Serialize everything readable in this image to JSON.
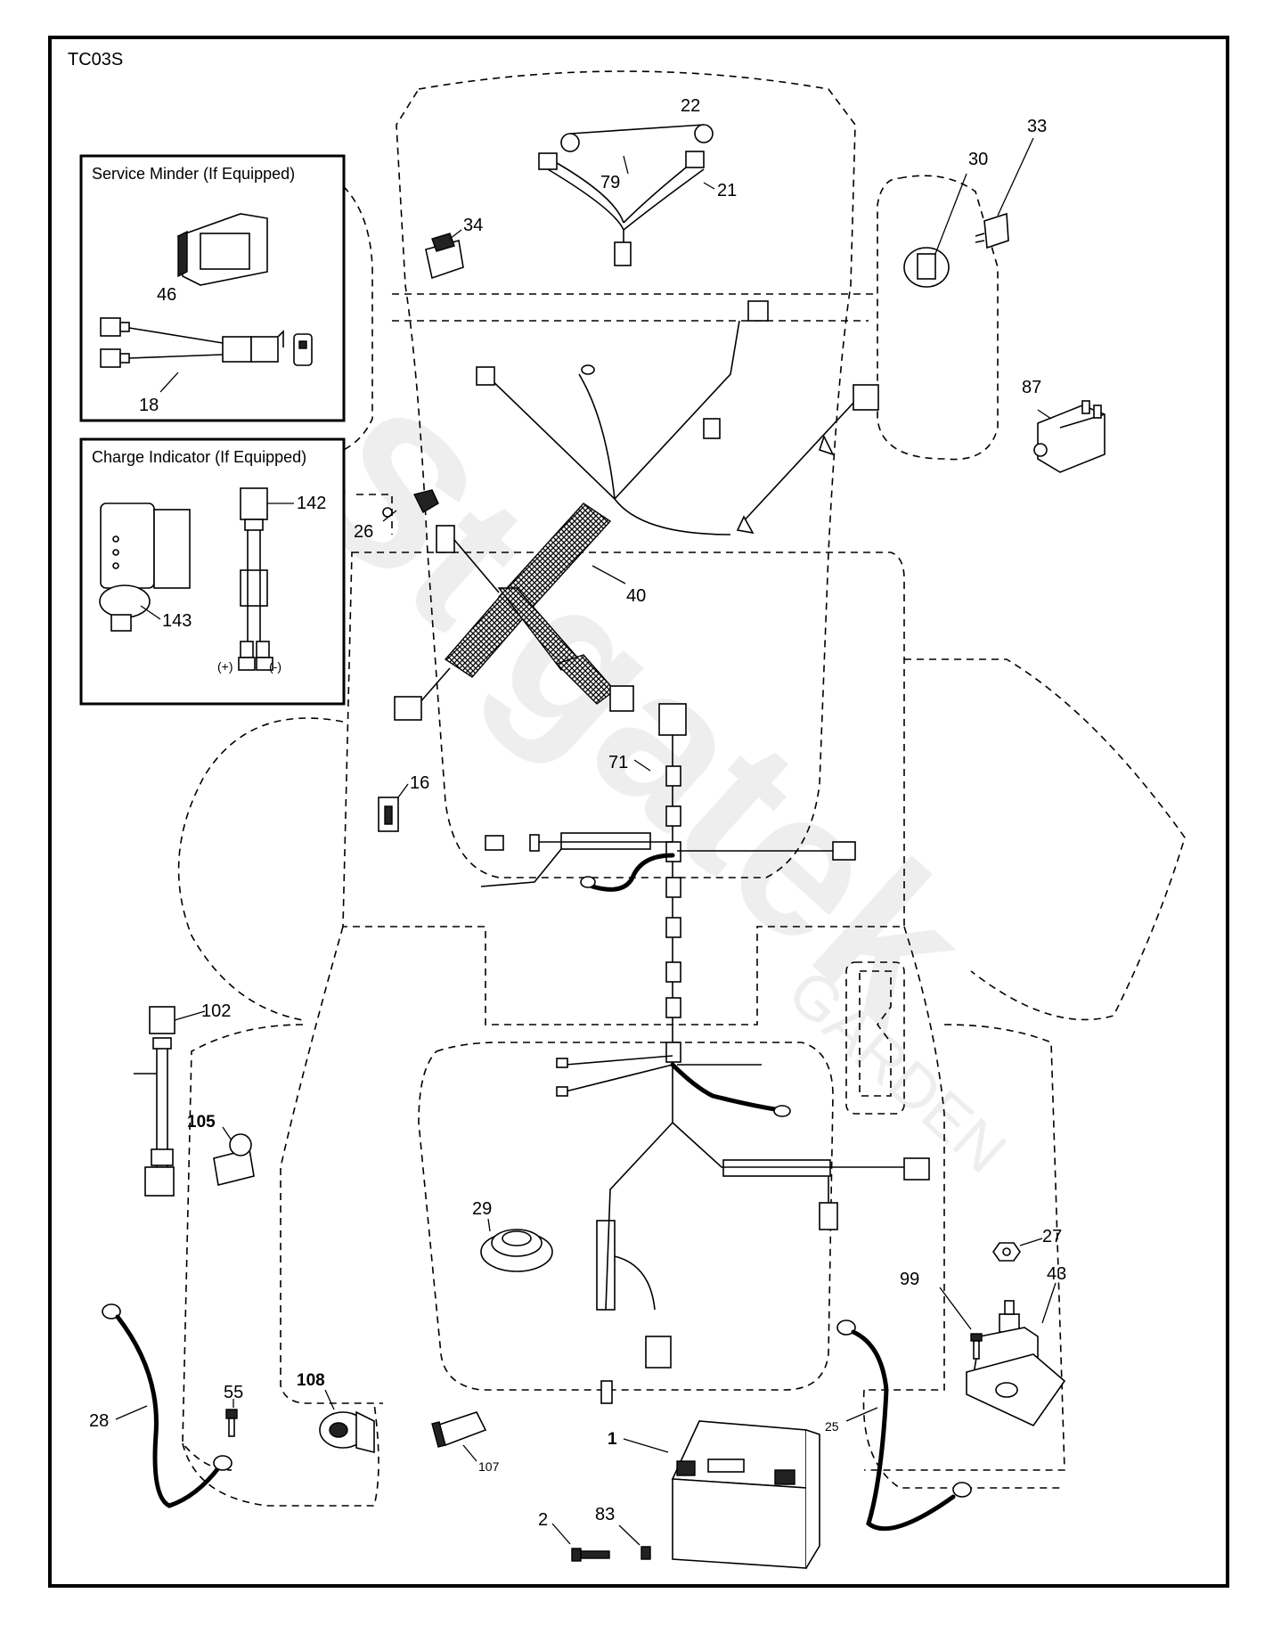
{
  "diagram_code": "TC03S",
  "watermark": {
    "brand": "Stigatek",
    "sub": "GARDEN"
  },
  "boxes": {
    "service_minder": {
      "title": "Service Minder (If Equipped)"
    },
    "charge_indicator": {
      "title": "Charge Indicator (If Equipped)",
      "plus": "(+)",
      "minus": "(-)"
    }
  },
  "labels": {
    "p1": "1",
    "p2": "2",
    "p16": "16",
    "p18": "18",
    "p21": "21",
    "p22": "22",
    "p25": "25",
    "p26": "26",
    "p27": "27",
    "p28": "28",
    "p29": "29",
    "p30": "30",
    "p33": "33",
    "p34": "34",
    "p40": "40",
    "p43": "43",
    "p46": "46",
    "p55": "55",
    "p71": "71",
    "p79": "79",
    "p83": "83",
    "p87": "87",
    "p99": "99",
    "p102": "102",
    "p105": "105",
    "p107": "107",
    "p108": "108",
    "p142": "142",
    "p143": "143"
  }
}
